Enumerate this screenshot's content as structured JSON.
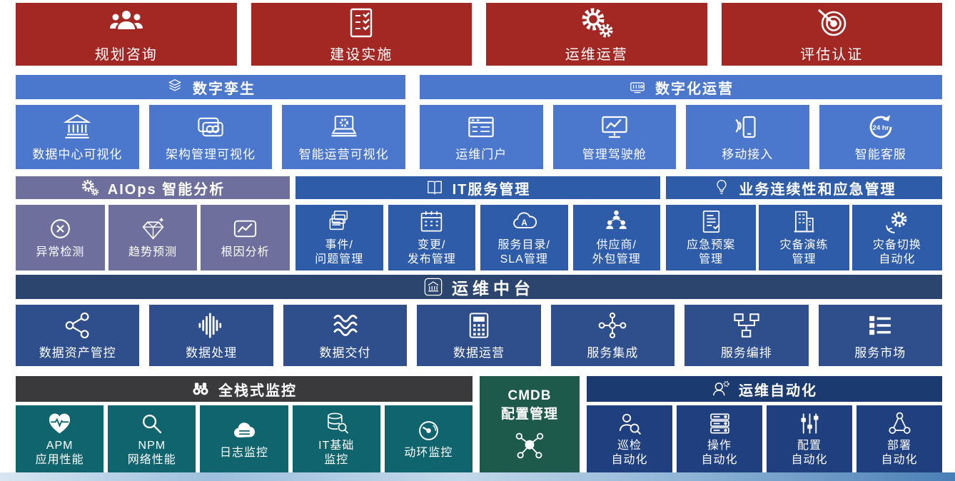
{
  "colors": {
    "red": "#A32823",
    "blue": "#4B77CC",
    "purple": "#6F6F9E",
    "itsm_blue": "#2E5CA8",
    "navy_bar": "#2C456F",
    "navy_card": "#2E4E8C",
    "gray": "#3A3A3C",
    "teal": "#10646E",
    "cmdb_green": "#1E5A4B",
    "auto_navy": "#1B3A6F",
    "auto_card": "#203F7E"
  },
  "top_services": [
    {
      "label": "规划咨询",
      "icon": "people-group"
    },
    {
      "label": "建设实施",
      "icon": "checklist"
    },
    {
      "label": "运维运营",
      "icon": "gears"
    },
    {
      "label": "评估认证",
      "icon": "target"
    }
  ],
  "digital_twin": {
    "header": {
      "label": "数字孪生",
      "icon": "layers"
    },
    "cards": [
      {
        "label": "数据中心可视化",
        "icon": "bank"
      },
      {
        "label": "架构管理可视化",
        "icon": "cards"
      },
      {
        "label": "智能运营可视化",
        "icon": "laptop-gear"
      }
    ]
  },
  "digital_ops": {
    "header": {
      "label": "数字化运营",
      "icon": "projector"
    },
    "cards": [
      {
        "label": "运维门户",
        "icon": "browser"
      },
      {
        "label": "管理驾驶舱",
        "icon": "monitor-chart"
      },
      {
        "label": "移动接入",
        "icon": "phone-signal"
      },
      {
        "label": "智能客服",
        "icon": "clock-24"
      }
    ]
  },
  "aiops": {
    "header": {
      "label": "AIOps 智能分析",
      "icon": "gears"
    },
    "cards": [
      {
        "label": "异常检测",
        "icon": "circle-x"
      },
      {
        "label": "趋势预测",
        "icon": "gem"
      },
      {
        "label": "根因分析",
        "icon": "chart-box"
      }
    ]
  },
  "itsm": {
    "header": {
      "label": "IT服务管理",
      "icon": "book"
    },
    "cards": [
      {
        "label": "事件/\n问题管理",
        "icon": "docs-stack"
      },
      {
        "label": "变更/\n发布管理",
        "icon": "calendar"
      },
      {
        "label": "服务目录/\nSLA管理",
        "icon": "cloud-a"
      },
      {
        "label": "供应商/\n外包管理",
        "icon": "org-people"
      }
    ]
  },
  "bcm": {
    "header": {
      "label": "业务连续性和应急管理",
      "icon": "bulb"
    },
    "cards": [
      {
        "label": "应急预案\n管理",
        "icon": "doc-lines"
      },
      {
        "label": "灾备演练\n管理",
        "icon": "building-check"
      },
      {
        "label": "灾备切换\n自动化",
        "icon": "gear-arrows"
      }
    ]
  },
  "middle_platform": {
    "header": {
      "label": "运维中台",
      "icon": "building"
    },
    "cards": [
      {
        "label": "数据资产管控",
        "icon": "share-nodes"
      },
      {
        "label": "数据处理",
        "icon": "waveform"
      },
      {
        "label": "数据交付",
        "icon": "waves"
      },
      {
        "label": "数据运营",
        "icon": "calculator"
      },
      {
        "label": "服务集成",
        "icon": "nodes-chain"
      },
      {
        "label": "服务编排",
        "icon": "flow-boxes"
      },
      {
        "label": "服务市场",
        "icon": "list-menu"
      }
    ]
  },
  "monitoring": {
    "header": {
      "label": "全栈式监控",
      "icon": "binoculars"
    },
    "cards": [
      {
        "label": "APM\n应用性能",
        "icon": "heart-pulse"
      },
      {
        "label": "NPM\n网络性能",
        "icon": "magnifier"
      },
      {
        "label": "日志监控",
        "icon": "cloud-server"
      },
      {
        "label": "IT基础\n监控",
        "icon": "db-magnifier"
      },
      {
        "label": "动环监控",
        "icon": "gauge"
      }
    ]
  },
  "cmdb": {
    "label": "CMDB\n配置管理",
    "icon": "network-nodes"
  },
  "automation": {
    "header": {
      "label": "运维自动化",
      "icon": "head-gear"
    },
    "cards": [
      {
        "label": "巡检\n自动化",
        "icon": "person-magnifier"
      },
      {
        "label": "操作\n自动化",
        "icon": "server-list"
      },
      {
        "label": "配置\n自动化",
        "icon": "sliders"
      },
      {
        "label": "部署\n自动化",
        "icon": "deploy-nodes"
      }
    ]
  }
}
